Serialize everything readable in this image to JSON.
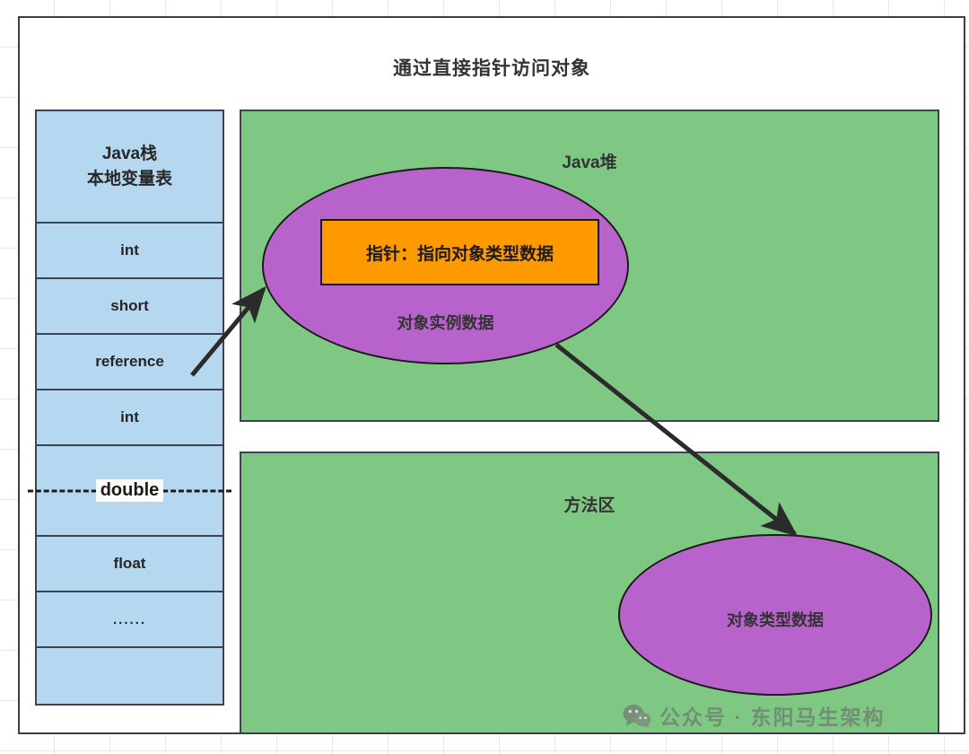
{
  "diagram": {
    "title": "通过直接指针访问对象",
    "stack": {
      "header_line1": "Java栈",
      "header_line2": "本地变量表",
      "rows": [
        {
          "label": "int"
        },
        {
          "label": "short"
        },
        {
          "label": "reference"
        },
        {
          "label": "int"
        },
        {
          "label": "double"
        },
        {
          "label": "float"
        },
        {
          "label": "......"
        },
        {
          "label": ""
        }
      ]
    },
    "heap": {
      "label": "Java堆",
      "object_instance_label": "对象实例数据",
      "pointer_box_label": "指针：指向对象类型数据"
    },
    "method_area": {
      "label": "方法区",
      "object_type_label": "对象类型数据"
    },
    "watermark": {
      "icon": "wechat-icon",
      "text": "公众号 · 东阳马生架构"
    },
    "colors": {
      "stack_fill": "#b6d7f0",
      "region_fill": "#7fc883",
      "ellipse_fill": "#b863cc",
      "pointer_fill": "#ff9900",
      "stroke": "#3a4550",
      "text": "#333333"
    }
  }
}
